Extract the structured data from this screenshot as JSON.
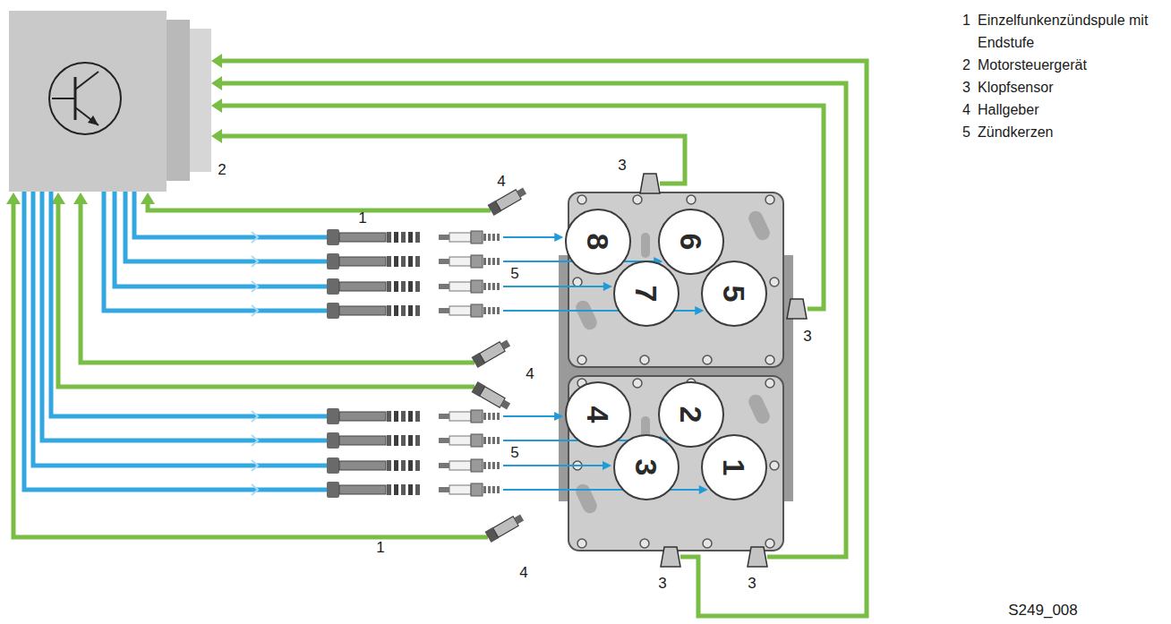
{
  "diagram": {
    "nodes": [
      {
        "text": [
          "8"
        ]
      },
      {
        "text": [
          "6"
        ]
      },
      {
        "text": [
          "7"
        ]
      },
      {
        "text": [
          "5"
        ]
      },
      {
        "text": [
          "4"
        ]
      },
      {
        "text": [
          "2"
        ]
      },
      {
        "text": [
          "3"
        ]
      },
      {
        "text": [
          "1"
        ]
      }
    ],
    "labels": [
      "1",
      "1",
      "2",
      "3",
      "3",
      "3",
      "3",
      "4",
      "4",
      "4",
      "5",
      "5",
      "1",
      "Einzelfunkenzündspule mit Endstufe",
      "2",
      "Motorsteuergerät",
      "3",
      "Klopfsensor",
      "4",
      "Hallgeber",
      "5",
      "Zündkerzen",
      "S249_008"
    ]
  }
}
